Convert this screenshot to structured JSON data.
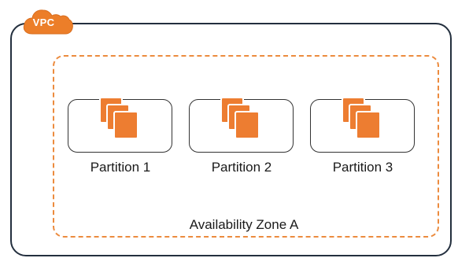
{
  "vpc": {
    "label": "VPC",
    "border_color": "#232f3e",
    "badge_color": "#ec7e29"
  },
  "availability_zone": {
    "label": "Availability Zone A",
    "border_color": "#ec8b3e"
  },
  "partitions": [
    {
      "label": "Partition 1",
      "icon": "ec2-instances-icon"
    },
    {
      "label": "Partition 2",
      "icon": "ec2-instances-icon"
    },
    {
      "label": "Partition 3",
      "icon": "ec2-instances-icon"
    }
  ],
  "colors": {
    "instance_fill": "#ed7d31",
    "instance_stroke": "#c0601c"
  }
}
